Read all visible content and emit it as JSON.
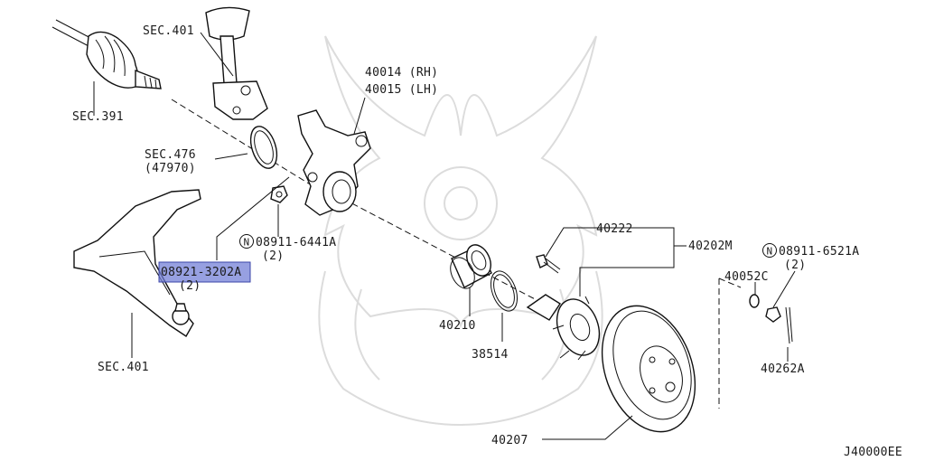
{
  "labels": {
    "sec_401_top": "SEC.401",
    "sec_391": "SEC.391",
    "sec_476": "SEC.476",
    "sec_476_sub": "(47970)",
    "p40014": "40014 (RH)",
    "p40015": "40015 (LH)",
    "nut_08911_6441A": "08911-6441A",
    "nut_08911_6441A_qty": "(2)",
    "bolt_08921_3202A": "08921-3202A",
    "bolt_qty": "(2)",
    "sec_401_bottom": "SEC.401",
    "p40210": "40210",
    "p38514": "38514",
    "p40222": "40222",
    "p40202M": "40202M",
    "nut_08911_6521A": "08911-6521A",
    "nut_08911_6521A_qty": "(2)",
    "p40052C": "40052C",
    "p40262A": "40262A",
    "p40207": "40207",
    "diagram_code": "J40000EE"
  },
  "symbols": {
    "n_mark": "N"
  },
  "highlight": {
    "part_number": "08921-3202A",
    "color": "#6f7bd6"
  }
}
